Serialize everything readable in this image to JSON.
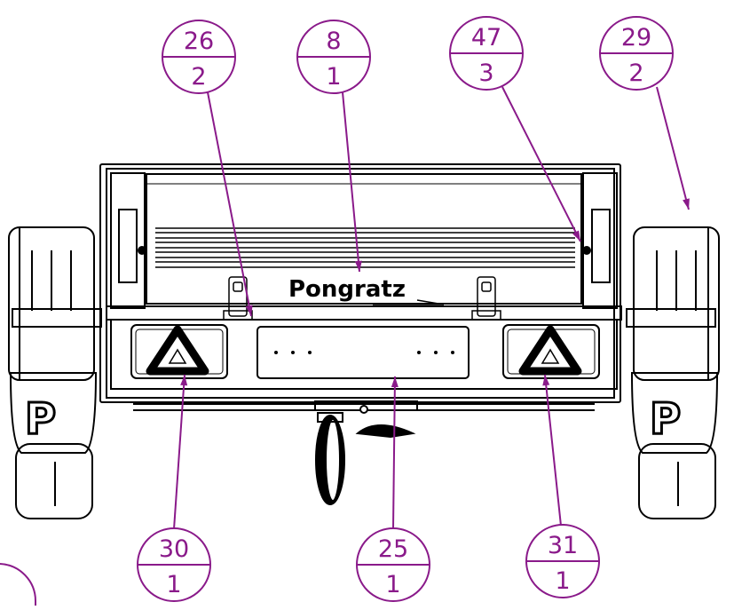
{
  "brand": "Pongratz",
  "colors": {
    "balloon": "#8a1a8a",
    "drawing": "#000000",
    "background": "#ffffff"
  },
  "balloons": [
    {
      "id": "b26",
      "item": "26",
      "qty": "2"
    },
    {
      "id": "b8",
      "item": "8",
      "qty": "1"
    },
    {
      "id": "b47",
      "item": "47",
      "qty": "3"
    },
    {
      "id": "b29",
      "item": "29",
      "qty": "2"
    },
    {
      "id": "b30",
      "item": "30",
      "qty": "1"
    },
    {
      "id": "b25",
      "item": "25",
      "qty": "1"
    },
    {
      "id": "b31",
      "item": "31",
      "qty": "1"
    }
  ]
}
